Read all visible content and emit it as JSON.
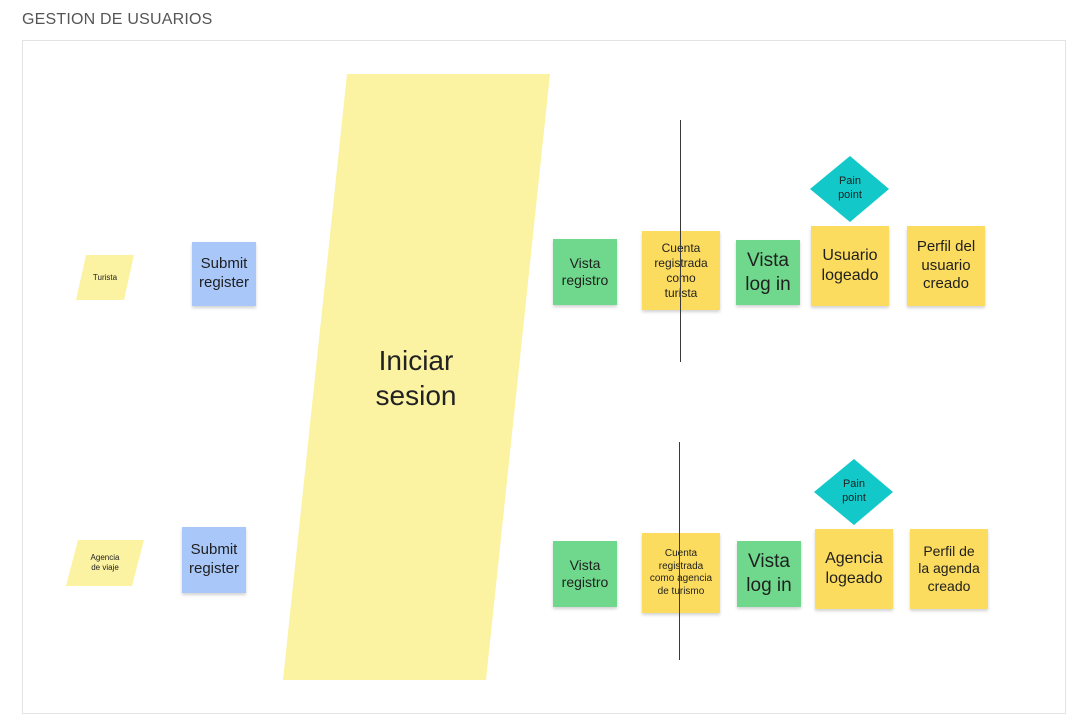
{
  "page_title": "GESTION DE USUARIOS",
  "colors": {
    "yellow_light": "#fbf3a2",
    "yellow": "#fcdc5e",
    "green": "#6fd88c",
    "blue": "#a9c7f8",
    "cyan": "#12c8c8",
    "line": "#3a3a3a"
  },
  "actors": {
    "turista": "Turista",
    "agencia": "Agencia\nde viaje"
  },
  "central": {
    "label": "Iniciar\nsesion"
  },
  "row_turista": {
    "submit": "Submit\nregister",
    "vista_registro": "Vista\nregistro",
    "cuenta": "Cuenta\nregistrada\ncomo\nturista",
    "vista_login": "Vista\nlog in",
    "logeado": "Usuario\nlogeado",
    "perfil": "Perfil del\nusuario\ncreado",
    "pain_point": "Pain\npoint"
  },
  "row_agencia": {
    "submit": "Submit\nregister",
    "vista_registro": "Vista\nregistro",
    "cuenta": "Cuenta\nregistrada\ncomo agencia\nde turismo",
    "vista_login": "Vista\nlog in",
    "logeado": "Agencia\nlogeado",
    "perfil": "Perfil de\nla agenda\ncreado",
    "pain_point": "Pain\npoint"
  }
}
